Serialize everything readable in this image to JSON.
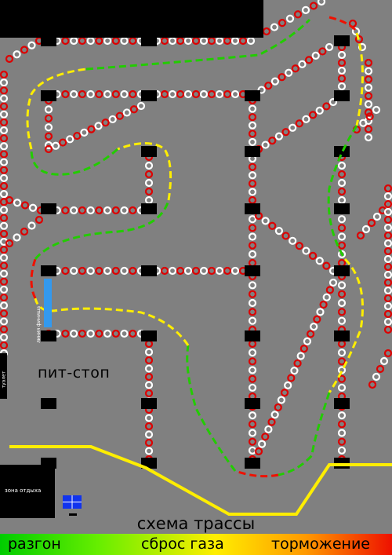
{
  "labels": {
    "pitstop": "пит-стоп",
    "title": "схема трассы",
    "rest_zone": "зона отдыха",
    "toilet": "туалет",
    "finish_line": "линия финиша"
  },
  "legend": {
    "accel": "разгон",
    "coast": "сброс газа",
    "brake": "торможение"
  },
  "colors": {
    "accel": "#22cc00",
    "coast": "#ffee00",
    "brake": "#ee1100",
    "tire_red": "#dd0000",
    "tire_white": "#ffffff",
    "background": "#808080"
  }
}
